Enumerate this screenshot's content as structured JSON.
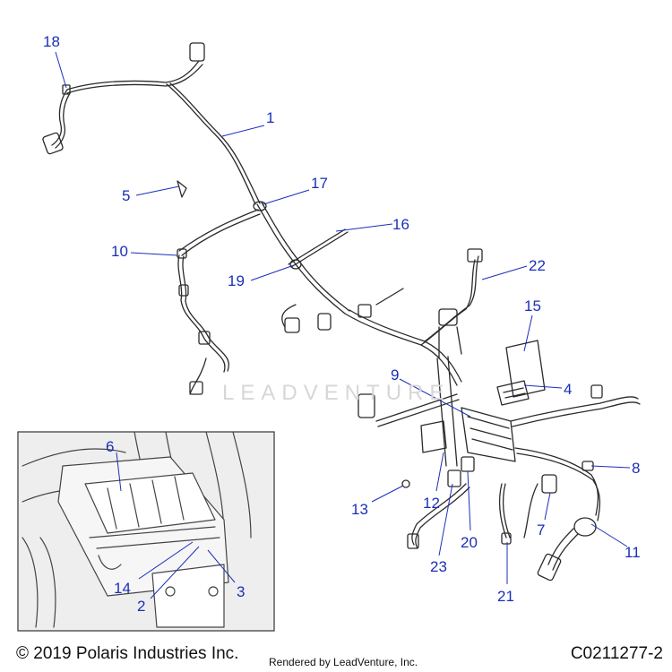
{
  "callouts": {
    "c1": "1",
    "c2": "2",
    "c3": "3",
    "c4": "4",
    "c5": "5",
    "c6": "6",
    "c7": "7",
    "c8": "8",
    "c9": "9",
    "c10": "10",
    "c11": "11",
    "c12": "12",
    "c13": "13",
    "c14": "14",
    "c15": "15",
    "c16": "16",
    "c17": "17",
    "c18": "18",
    "c19": "19",
    "c20": "20",
    "c21": "21",
    "c22": "22",
    "c23": "23"
  },
  "watermark": "LEADVENTURE",
  "footer": {
    "copyright": "© 2019 Polaris Industries Inc.",
    "rendered_by": "Rendered by LeadVenture, Inc.",
    "part_code": "C0211277-2"
  },
  "colors": {
    "callout": "#1a2fb8",
    "leader": "#1a2fb8",
    "line_art": "#2a2a2a",
    "inset_bg": "#eeeeee"
  }
}
